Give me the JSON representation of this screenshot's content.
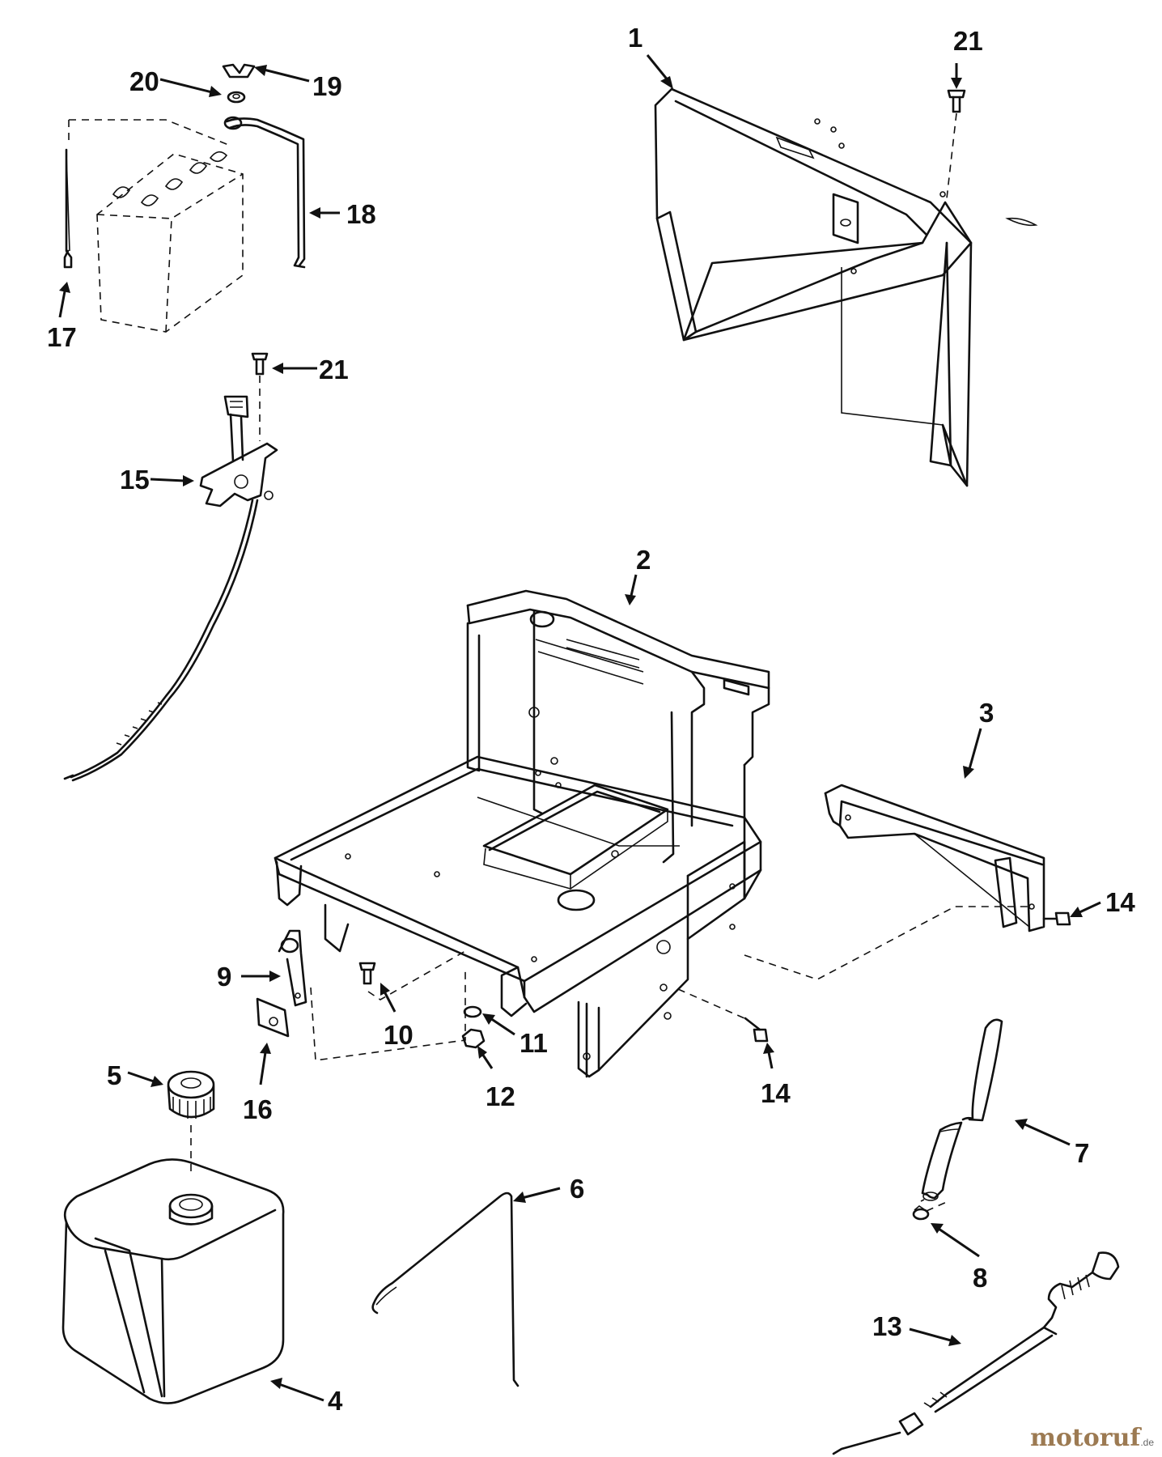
{
  "callouts": [
    {
      "id": "c1",
      "text": "1"
    },
    {
      "id": "c2",
      "text": "2"
    },
    {
      "id": "c3",
      "text": "3"
    },
    {
      "id": "c4",
      "text": "4"
    },
    {
      "id": "c5",
      "text": "5"
    },
    {
      "id": "c6",
      "text": "6"
    },
    {
      "id": "c7",
      "text": "7"
    },
    {
      "id": "c8",
      "text": "8"
    },
    {
      "id": "c9",
      "text": "9"
    },
    {
      "id": "c10",
      "text": "10"
    },
    {
      "id": "c11",
      "text": "11"
    },
    {
      "id": "c12",
      "text": "12"
    },
    {
      "id": "c13",
      "text": "13"
    },
    {
      "id": "c14a",
      "text": "14"
    },
    {
      "id": "c14b",
      "text": "14"
    },
    {
      "id": "c15",
      "text": "15"
    },
    {
      "id": "c16",
      "text": "16"
    },
    {
      "id": "c17",
      "text": "17"
    },
    {
      "id": "c18",
      "text": "18"
    },
    {
      "id": "c19",
      "text": "19"
    },
    {
      "id": "c20",
      "text": "20"
    },
    {
      "id": "c21a",
      "text": "21"
    },
    {
      "id": "c21b",
      "text": "21"
    }
  ],
  "watermark": {
    "brand": "motoruf",
    "suffix": ".de"
  },
  "colors": {
    "line": "#111111",
    "background": "#ffffff",
    "watermark": "#9c7a52"
  }
}
